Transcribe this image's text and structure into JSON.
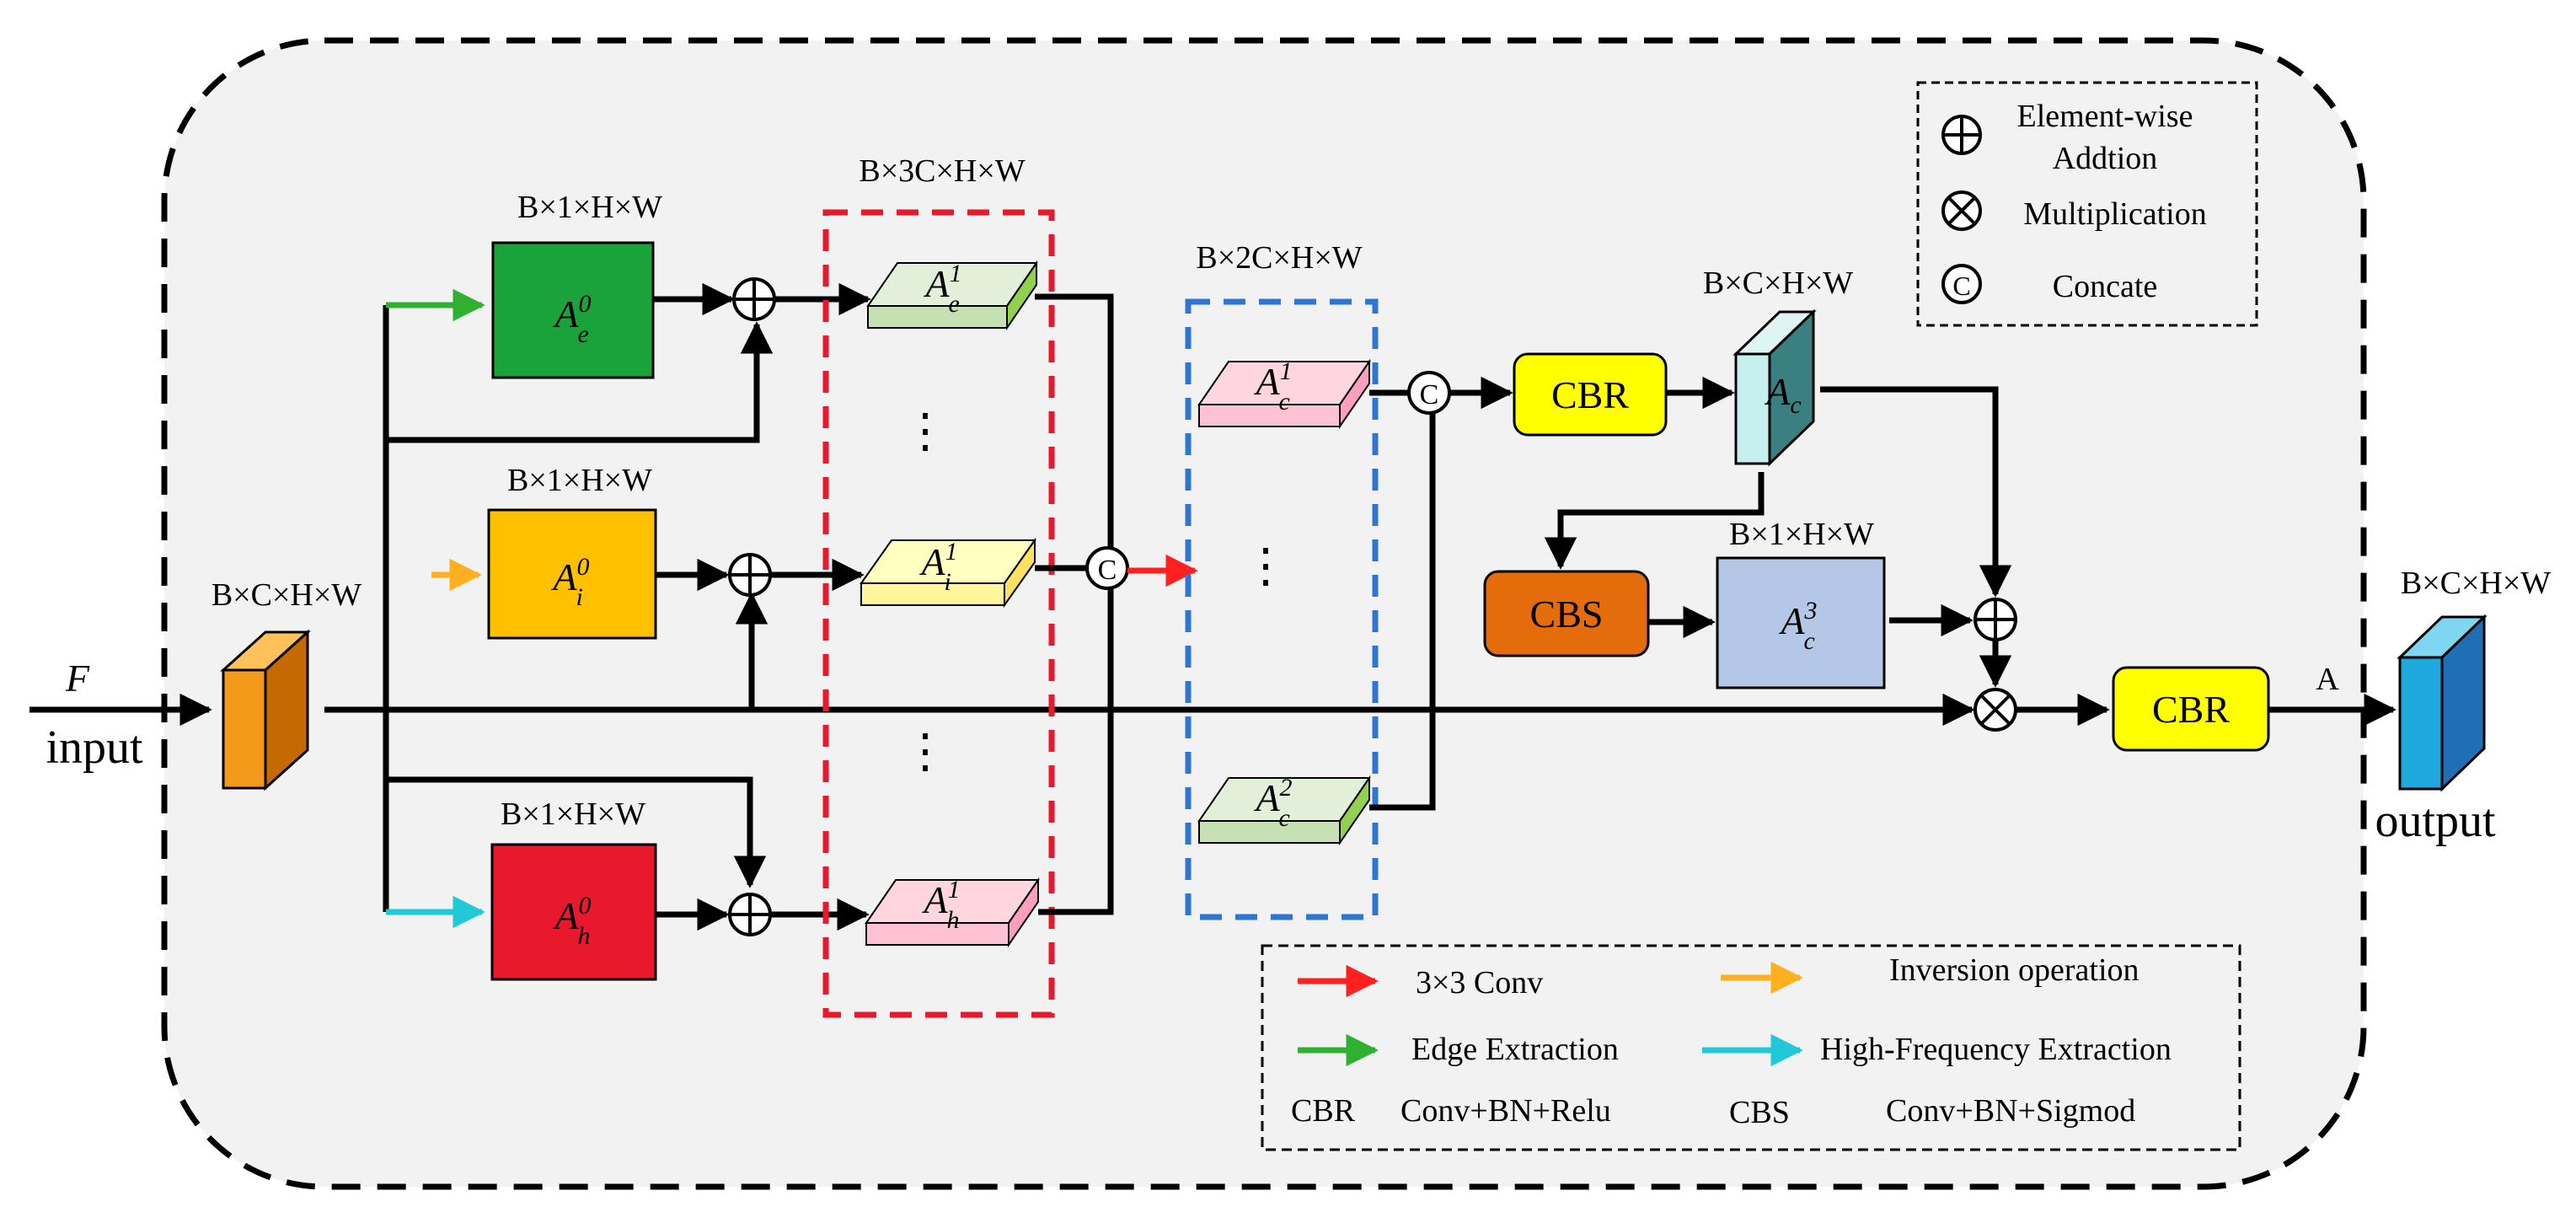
{
  "input": {
    "var": "F",
    "label": "input"
  },
  "output": {
    "label": "output",
    "edge_label": "A"
  },
  "dims": {
    "input_tensor": "B×C×H×W",
    "edge_map": "B×1×H×W",
    "inversion_map": "B×1×H×W",
    "highfreq_map": "B×1×H×W",
    "group3": "B×3C×H×W",
    "group2": "B×2C×H×W",
    "ac_tensor": "B×C×H×W",
    "a3_map": "B×1×H×W",
    "output_tensor": "B×C×H×W"
  },
  "maps": {
    "edge": {
      "base": "A",
      "sup": "0",
      "sub": "e",
      "color": "#1aa33a"
    },
    "inversion": {
      "base": "A",
      "sup": "0",
      "sub": "i",
      "color": "#ffc000"
    },
    "highfreq": {
      "base": "A",
      "sup": "0",
      "sub": "h",
      "color": "#e8192c"
    },
    "a3": {
      "base": "A",
      "sup": "3",
      "sub": "c",
      "color": "#b4c7e7"
    }
  },
  "slabs": {
    "edge": {
      "base": "A",
      "sup": "1",
      "sub": "e",
      "color": "#e2f0d9"
    },
    "inversion": {
      "base": "A",
      "sup": "1",
      "sub": "i",
      "color": "#ffffc0"
    },
    "highfreq": {
      "base": "A",
      "sup": "1",
      "sub": "h",
      "color": "#ffd6e0"
    },
    "c1": {
      "base": "A",
      "sup": "1",
      "sub": "c",
      "color": "#ffd6e0"
    },
    "c2": {
      "base": "A",
      "sup": "2",
      "sub": "c",
      "color": "#e2f0d9"
    }
  },
  "ac": {
    "base": "A",
    "sub": "c"
  },
  "ellipsis": "⋮",
  "ops": {
    "add": "⊕",
    "mul": "⊗",
    "concat": "C"
  },
  "blocks": {
    "cbr1": {
      "label": "CBR",
      "color": "#ffff00"
    },
    "cbs": {
      "label": "CBS",
      "color": "#e46c0a"
    },
    "cbr2": {
      "label": "CBR",
      "color": "#ffff00"
    }
  },
  "arrow_colors": {
    "conv": "#ff2020",
    "inversion": "#ffb020",
    "edge": "#30b030",
    "highfreq": "#20c8d8"
  },
  "legend_ops": [
    {
      "symbol": "⊕",
      "text": "Element-wise",
      "text2": "Addtion"
    },
    {
      "symbol": "⊗",
      "text": "Multiplication"
    },
    {
      "symbol": "C",
      "text": "Concate"
    }
  ],
  "legend_arrows": {
    "conv": "3×3 Conv",
    "inversion": "Inversion operation",
    "edge": "Edge Extraction",
    "highfreq": "High-Frequency Extraction",
    "cbr_key": "CBR",
    "cbr_val": "Conv+BN+Relu",
    "cbs_key": "CBS",
    "cbs_val": "Conv+BN+Sigmod"
  }
}
